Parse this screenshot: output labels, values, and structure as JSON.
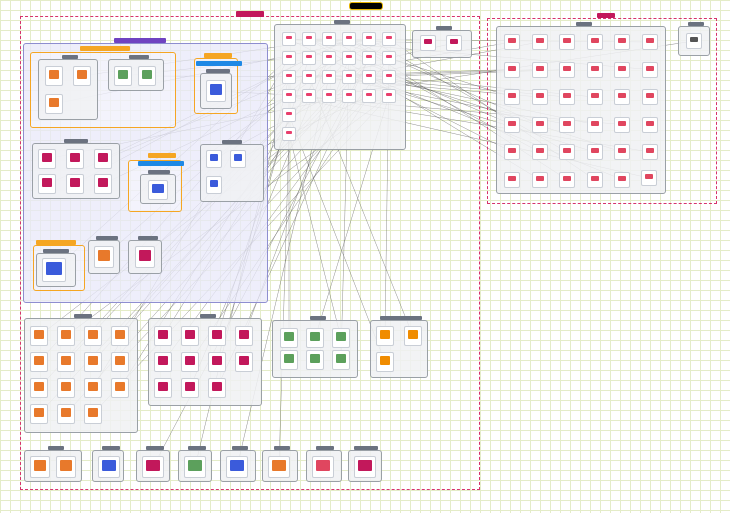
{
  "header": {
    "title_pill": ""
  },
  "colors": {
    "accent_pink": "#c2185b",
    "firewall": "#e83e6c",
    "compute": "#e8792b",
    "storage": "#3f8f3f",
    "lambda": "#f08c00",
    "vpc": "#6f42c1",
    "subnet": "#f5a623",
    "connector": "#555555"
  },
  "groups": [
    {
      "id": "g-main-frame",
      "label": "",
      "kind": "pink"
    },
    {
      "id": "g-region-right",
      "label": "",
      "kind": "pink"
    },
    {
      "id": "g-vpc",
      "label": "",
      "kind": "vpc"
    },
    {
      "id": "g-sub-a",
      "label": "",
      "kind": "sub"
    },
    {
      "id": "g-sub-b",
      "label": "",
      "kind": "sub"
    },
    {
      "id": "g-sub-c",
      "label": "",
      "kind": "sub"
    },
    {
      "id": "g-sub-d",
      "label": "",
      "kind": "sub"
    },
    {
      "id": "g-firewall-grid",
      "label": "",
      "kind": "plain"
    },
    {
      "id": "g-endpoints",
      "label": "",
      "kind": "plain"
    },
    {
      "id": "g-cloud-grid",
      "label": "",
      "kind": "plain"
    },
    {
      "id": "g-compute",
      "label": "",
      "kind": "plain"
    },
    {
      "id": "g-charts",
      "label": "",
      "kind": "plain"
    },
    {
      "id": "g-storage",
      "label": "",
      "kind": "plain"
    },
    {
      "id": "g-lambda",
      "label": "",
      "kind": "plain"
    },
    {
      "id": "g-bottom-1",
      "label": "",
      "kind": "plain"
    },
    {
      "id": "g-bottom-2",
      "label": "",
      "kind": "plain"
    },
    {
      "id": "g-bottom-3",
      "label": "",
      "kind": "plain"
    },
    {
      "id": "g-bottom-4",
      "label": "",
      "kind": "plain"
    },
    {
      "id": "g-bottom-5",
      "label": "",
      "kind": "plain"
    },
    {
      "id": "g-bottom-6",
      "label": "",
      "kind": "plain"
    },
    {
      "id": "g-bottom-7",
      "label": "",
      "kind": "plain"
    },
    {
      "id": "g-bottom-8",
      "label": "",
      "kind": "plain"
    }
  ],
  "node_types": {
    "firewall-icon": "#e83e6c",
    "cloud-icon": "#e0465f",
    "compute-icon": "#e8792b",
    "storage-icon": "#3f8f3f",
    "lambda-icon": "#f08c00",
    "chart-icon": "#c2185b",
    "endpoint-icon": "#c2185b",
    "key-icon": "#e8792b",
    "list-icon": "#3b5bdb",
    "tag-icon": "#555555"
  }
}
